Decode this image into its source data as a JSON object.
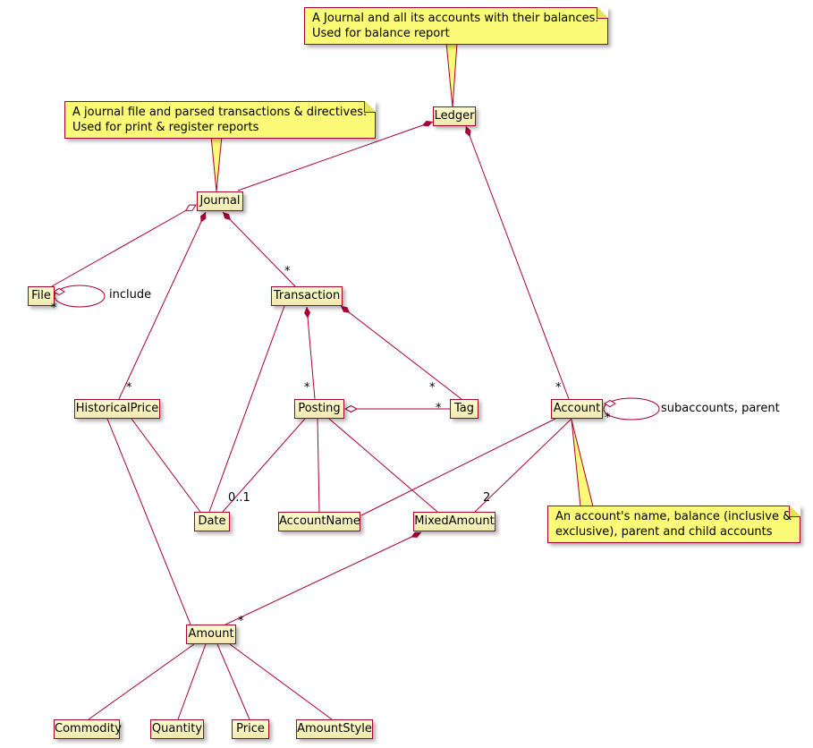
{
  "colors": {
    "line": "#A80036",
    "classBg": "#FEFECE",
    "noteBg": "#FBFB77",
    "pageBg": "#FFFFFF"
  },
  "classes": {
    "ledger": "Ledger",
    "journal": "Journal",
    "file": "File",
    "transaction": "Transaction",
    "historicalPrice": "HistoricalPrice",
    "posting": "Posting",
    "tag": "Tag",
    "account": "Account",
    "date": "Date",
    "accountName": "AccountName",
    "mixedAmount": "MixedAmount",
    "amount": "Amount",
    "commodity": "Commodity",
    "quantity": "Quantity",
    "price": "Price",
    "amountStyle": "AmountStyle"
  },
  "notes": {
    "ledger": {
      "line1": "A Journal and all its accounts with their balances.",
      "line2": "Used for balance report"
    },
    "journal": {
      "line1": "A journal file and parsed transactions & directives.",
      "line2": "Used for print & register reports"
    },
    "account": {
      "line1": "An account's name, balance (inclusive &",
      "line2": "exclusive), parent and child accounts"
    }
  },
  "labels": {
    "file_include": "include",
    "file_loop_mult": "*",
    "journal_transaction_mult": "*",
    "journal_historicalprice_mult": "*",
    "transaction_posting_mult": "*",
    "transaction_tag_mult": "*",
    "posting_tag_mult": "*",
    "ledger_account_mult": "*",
    "posting_date_mult": "0..1",
    "account_subaccounts": "subaccounts, parent",
    "account_loop_mult": "*",
    "account_mixedamount_mult": "2",
    "mixedamount_amount_mult": "*"
  }
}
